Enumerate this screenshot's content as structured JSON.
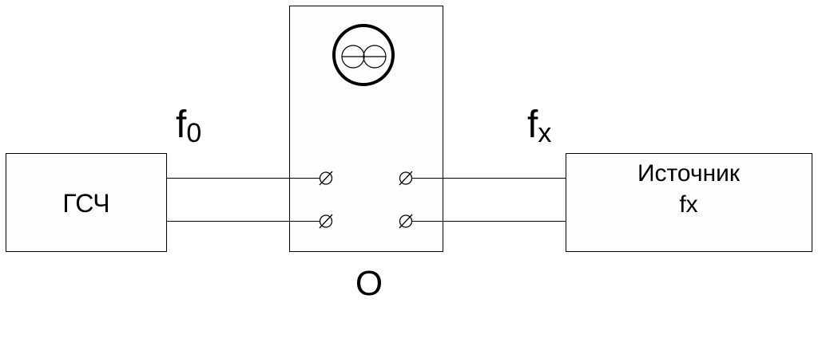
{
  "blocks": {
    "generator": {
      "label": "ГСЧ"
    },
    "source": {
      "line1": "Источник",
      "line2": "fx"
    },
    "device": {
      "label": "О"
    }
  },
  "signals": {
    "f0": {
      "base": "f",
      "sub": "0"
    },
    "fx": {
      "base": "f",
      "sub": "x"
    }
  },
  "colors": {
    "stroke": "#000000",
    "box_fill": "#fdfdfd"
  }
}
